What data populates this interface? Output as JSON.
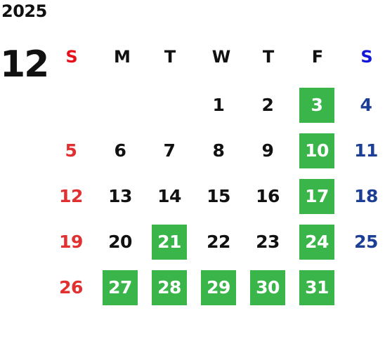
{
  "calendar": {
    "year": "2025",
    "month": "12",
    "weekdays": [
      "S",
      "M",
      "T",
      "W",
      "T",
      "F",
      "S"
    ],
    "first_weekday_index": 3,
    "days": [
      {
        "label": "1",
        "highlighted": false
      },
      {
        "label": "2",
        "highlighted": false
      },
      {
        "label": "3",
        "highlighted": true
      },
      {
        "label": "4",
        "highlighted": false
      },
      {
        "label": "5",
        "highlighted": false
      },
      {
        "label": "6",
        "highlighted": false
      },
      {
        "label": "7",
        "highlighted": false
      },
      {
        "label": "8",
        "highlighted": false
      },
      {
        "label": "9",
        "highlighted": false
      },
      {
        "label": "10",
        "highlighted": true
      },
      {
        "label": "11",
        "highlighted": false
      },
      {
        "label": "12",
        "highlighted": false
      },
      {
        "label": "13",
        "highlighted": false
      },
      {
        "label": "14",
        "highlighted": false
      },
      {
        "label": "15",
        "highlighted": false
      },
      {
        "label": "16",
        "highlighted": false
      },
      {
        "label": "17",
        "highlighted": true
      },
      {
        "label": "18",
        "highlighted": false
      },
      {
        "label": "19",
        "highlighted": false
      },
      {
        "label": "20",
        "highlighted": false
      },
      {
        "label": "21",
        "highlighted": true
      },
      {
        "label": "22",
        "highlighted": false
      },
      {
        "label": "23",
        "highlighted": false
      },
      {
        "label": "24",
        "highlighted": true
      },
      {
        "label": "25",
        "highlighted": false
      },
      {
        "label": "26",
        "highlighted": false
      },
      {
        "label": "27",
        "highlighted": true
      },
      {
        "label": "28",
        "highlighted": true
      },
      {
        "label": "29",
        "highlighted": true
      },
      {
        "label": "30",
        "highlighted": true
      },
      {
        "label": "31",
        "highlighted": true
      }
    ]
  },
  "colors": {
    "highlight_bg": "#3ab54a",
    "highlight_text": "#ffffff",
    "sunday_header": "#e8101a",
    "saturday_header": "#1318d8",
    "sunday_date": "#e03030",
    "saturday_date": "#1c3f95",
    "default_text": "#111111"
  }
}
